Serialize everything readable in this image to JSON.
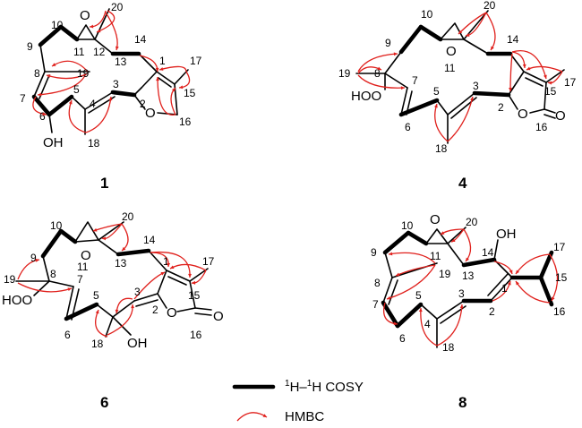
{
  "compounds": [
    {
      "id": "1",
      "atoms": {
        "o_epoxide": "O",
        "o_ring": "O",
        "oh": "OH"
      },
      "numbers": [
        "20",
        "10",
        "12",
        "14",
        "9",
        "11",
        "13",
        "1",
        "17",
        "19",
        "8",
        "15",
        "7",
        "5",
        "3",
        "2",
        "16",
        "6",
        "4",
        "18"
      ]
    },
    {
      "id": "4",
      "atoms": {
        "o_epoxide": "O",
        "ooh": "HOO",
        "o_ring": "O",
        "o_carbonyl": "O"
      },
      "numbers": [
        "20",
        "10",
        "14",
        "9",
        "11",
        "19",
        "8",
        "7",
        "5",
        "3",
        "15",
        "17",
        "2",
        "6",
        "16",
        "18"
      ]
    },
    {
      "id": "6",
      "atoms": {
        "o_epoxide": "O",
        "ooh": "HOO",
        "oh": "OH",
        "o_ring": "O",
        "o_carbonyl": "O"
      },
      "numbers": [
        "20",
        "10",
        "14",
        "17",
        "9",
        "11",
        "13",
        "1",
        "19",
        "8",
        "7",
        "3",
        "15",
        "5",
        "2",
        "6",
        "18",
        "16"
      ]
    },
    {
      "id": "8",
      "atoms": {
        "o_epoxide": "O",
        "oh": "OH"
      },
      "numbers": [
        "20",
        "10",
        "14",
        "9",
        "11",
        "13",
        "17",
        "19",
        "15",
        "8",
        "1",
        "5",
        "3",
        "7",
        "2",
        "16",
        "6",
        "4",
        "18"
      ]
    }
  ],
  "legend": {
    "cosy_sup": "1",
    "cosy_mid": "H–",
    "cosy_sup2": "1",
    "cosy_end": "H COSY",
    "hmbc": "HMBC"
  },
  "colors": {
    "hmbc": "#e0201c",
    "bond": "#000000"
  }
}
